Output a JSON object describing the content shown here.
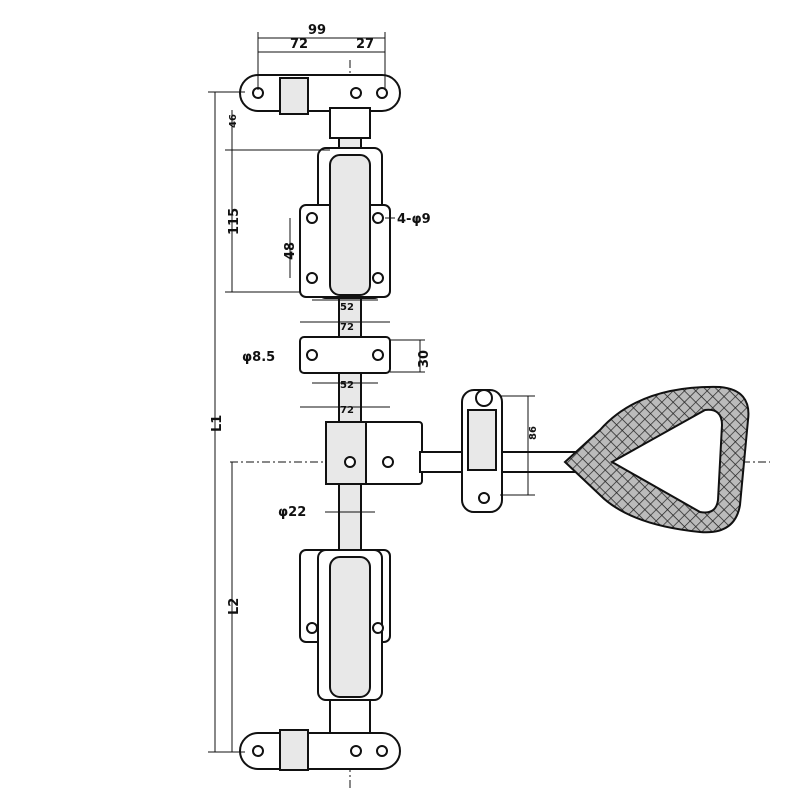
{
  "title": "Container door lock bar assembly drawing",
  "dimensions": {
    "top_total": "99",
    "top_left": "72",
    "top_right": "27",
    "link_height": "46",
    "bracket_height": "115",
    "bracket_holes": "4-φ9",
    "hole_spacing_v": "48",
    "hole_spacing_h": "52",
    "bracket_width": "72",
    "guide_hole": "φ8.5",
    "guide_height": "30",
    "guide_hole_spacing": "52",
    "guide_width": "72",
    "handle_catch": "86",
    "rod_diameter": "φ22",
    "overall_length": "L1",
    "lower_length": "L2"
  },
  "colors": {
    "line": "#111111",
    "fill": "#e8e8e8"
  }
}
